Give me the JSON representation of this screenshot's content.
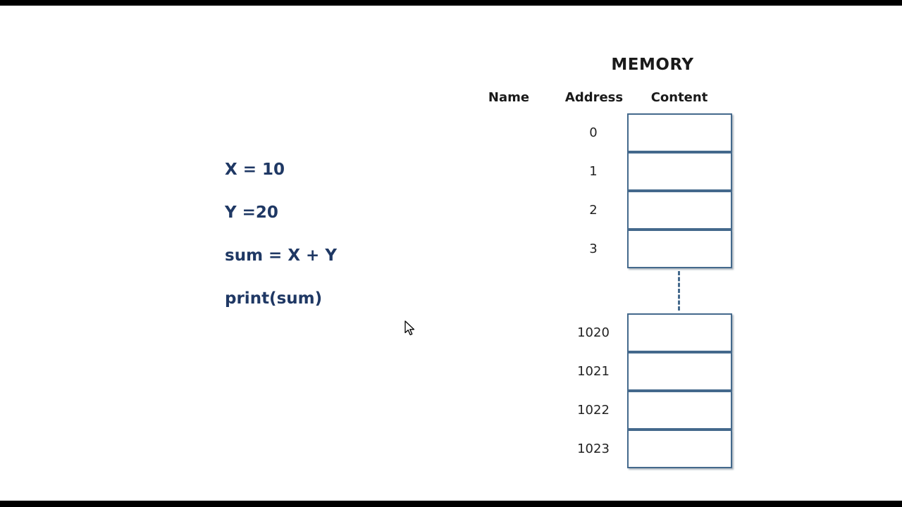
{
  "code": {
    "lines": [
      "X = 10",
      "Y =20",
      "sum = X + Y",
      "print(sum)"
    ]
  },
  "memory": {
    "title": "MEMORY",
    "headers": {
      "name": "Name",
      "address": "Address",
      "content": "Content"
    },
    "addresses_top": [
      "0",
      "1",
      "2",
      "3"
    ],
    "addresses_bottom": [
      "1020",
      "1021",
      "1022",
      "1023"
    ],
    "cell_contents_top": [
      "",
      "",
      "",
      ""
    ],
    "cell_contents_bottom": [
      "",
      "",
      "",
      ""
    ]
  },
  "colors": {
    "code_text": "#1f3864",
    "heading_text": "#1a1a1a",
    "box_border": "#44698c",
    "letterbox": "#000000"
  }
}
